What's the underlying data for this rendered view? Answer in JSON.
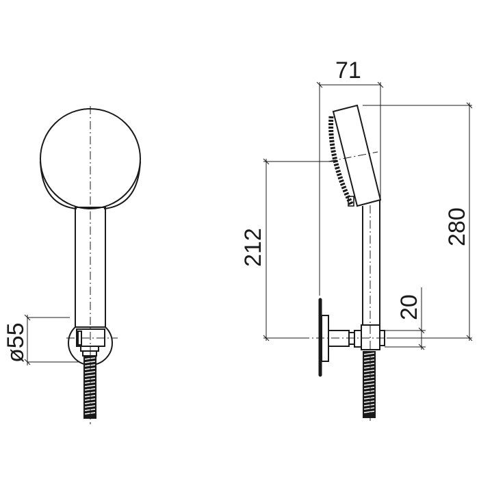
{
  "drawing": {
    "title": "Hand shower set with wall bracket – technical drawing",
    "stroke_color": "#1a1a1a",
    "background": "#ffffff",
    "views": [
      {
        "name": "front-view",
        "description": "Round hand shower head on handle with wall elbow holder and metal hose"
      },
      {
        "name": "side-view",
        "description": "Side profile of hand shower head, handle, wall flange and holder with hose"
      }
    ]
  },
  "dimensions": {
    "front_diameter": {
      "label": "ø55",
      "value": 55,
      "unit": "mm"
    },
    "width": {
      "label": "71",
      "value": 71,
      "unit": "mm"
    },
    "total_height": {
      "label": "280",
      "value": 280,
      "unit": "mm"
    },
    "head_center_height": {
      "label": "212",
      "value": 212,
      "unit": "mm"
    },
    "holder_height": {
      "label": "20",
      "value": 20,
      "unit": "mm"
    }
  }
}
